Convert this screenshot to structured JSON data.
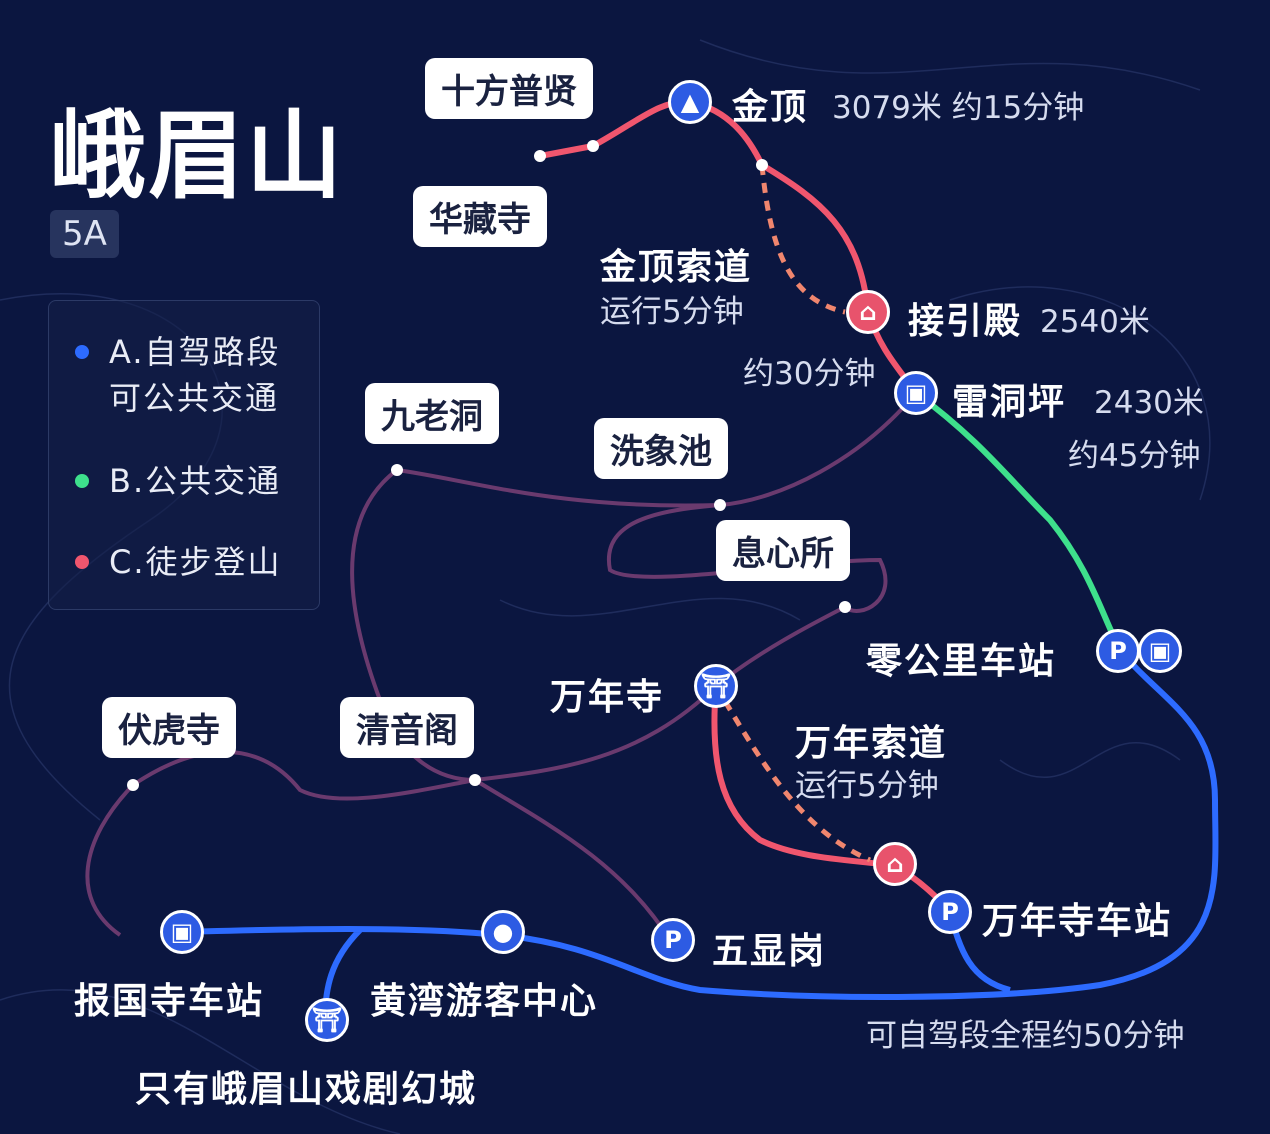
{
  "title": "峨眉山",
  "rating": "5A",
  "legend": [
    {
      "label": "A.自驾路段",
      "label2": "可公共交通",
      "color": "#2d6bff"
    },
    {
      "label": "B.公共交通",
      "color": "#3ee08c"
    },
    {
      "label": "C.徒步登山",
      "color": "#f0566e"
    }
  ],
  "colors": {
    "background": "#0b1640",
    "drive": "#2d6bff",
    "bus": "#3ee08c",
    "hike": "#f0566e",
    "trail": "#6a3a6e"
  },
  "places": {
    "shifang": "十方普贤",
    "huazang": "华藏寺",
    "jinding": "金顶",
    "jinding_info": "3079米  约15分钟",
    "jd_cable": "金顶索道",
    "jd_cable_time": "运行5分钟",
    "jieyin": "接引殿",
    "jieyin_alt": "2540米",
    "t30": "约30分钟",
    "leidong": "雷洞坪",
    "leidong_alt": "2430米",
    "t45": "约45分钟",
    "jiulao": "九老洞",
    "xixiang": "洗象池",
    "xixin": "息心所",
    "zero": "零公里车站",
    "wannian": "万年寺",
    "wn_cable": "万年索道",
    "wn_cable_time": "运行5分钟",
    "fuhu": "伏虎寺",
    "qingyin": "清音阁",
    "wn_station": "万年寺车站",
    "wuxian": "五显岗",
    "baoguo": "报国寺车站",
    "huangwan": "黄湾游客中心",
    "theater": "只有峨眉山戏剧幻城",
    "drive_time": "可自驾段全程约50分钟"
  },
  "icons": {
    "parking": "P"
  }
}
